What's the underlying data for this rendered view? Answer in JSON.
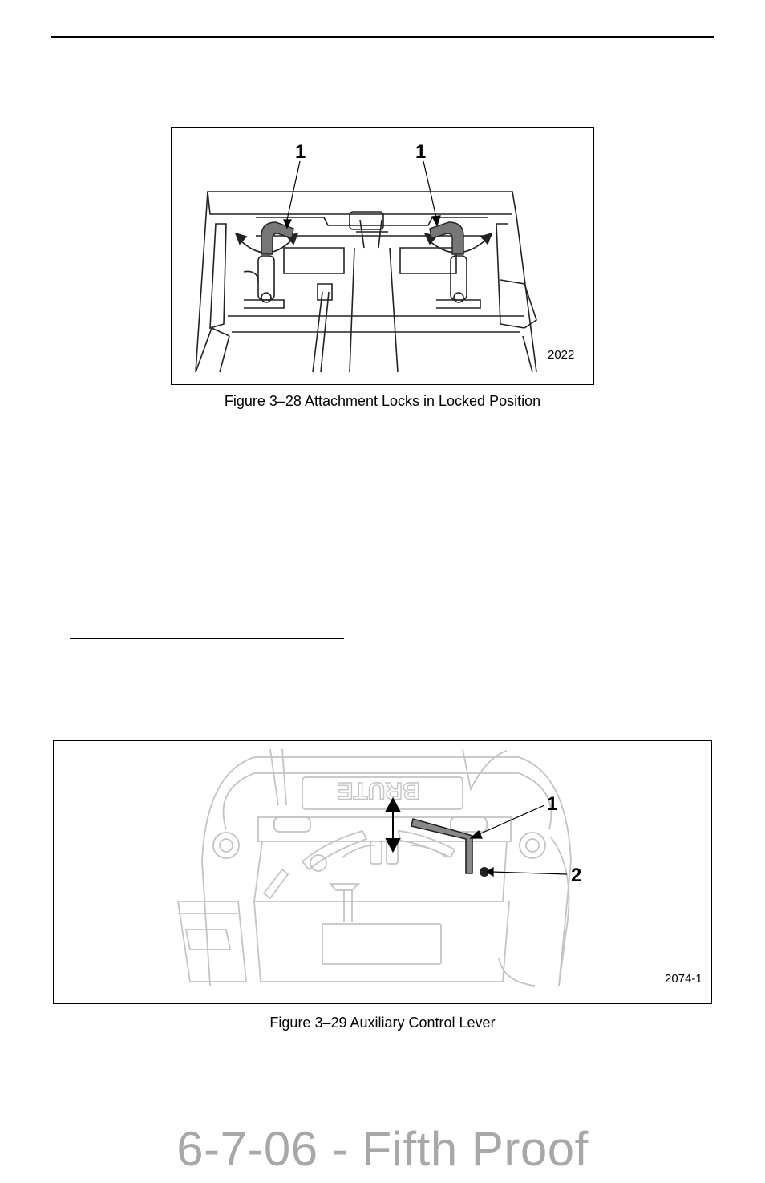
{
  "figure_28": {
    "callouts": [
      "1",
      "1"
    ],
    "code": "2022",
    "caption": "Figure 3–28 Attachment Locks in Locked Position"
  },
  "figure_29": {
    "callouts": [
      "1",
      "2"
    ],
    "code": "2074-1",
    "caption": "Figure 3–29 Auxiliary Control Lever",
    "decal_text": "BRUTE"
  },
  "watermark": "6-7-06 - Fifth Proof"
}
